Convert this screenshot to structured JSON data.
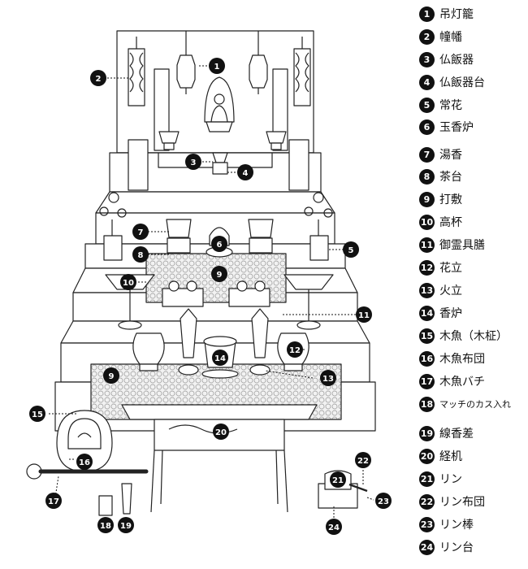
{
  "legend": [
    {
      "num": "1",
      "label": "吊灯籠"
    },
    {
      "num": "2",
      "label": "幢幡"
    },
    {
      "num": "3",
      "label": "仏飯器"
    },
    {
      "num": "4",
      "label": "仏飯器台"
    },
    {
      "num": "5",
      "label": "常花"
    },
    {
      "num": "6",
      "label": "玉香炉"
    },
    {
      "num": "7",
      "label": "湯香"
    },
    {
      "num": "8",
      "label": "茶台"
    },
    {
      "num": "9",
      "label": "打敷"
    },
    {
      "num": "10",
      "label": "高杯"
    },
    {
      "num": "11",
      "label": "御霊具膳"
    },
    {
      "num": "12",
      "label": "花立"
    },
    {
      "num": "13",
      "label": "火立"
    },
    {
      "num": "14",
      "label": "香炉"
    },
    {
      "num": "15",
      "label": "木魚（木柾）"
    },
    {
      "num": "16",
      "label": "木魚布団"
    },
    {
      "num": "17",
      "label": "木魚バチ"
    },
    {
      "num": "18",
      "label": "マッチのカス入れ"
    },
    {
      "num": "19",
      "label": "線香差"
    },
    {
      "num": "20",
      "label": "経机"
    },
    {
      "num": "21",
      "label": "リン"
    },
    {
      "num": "22",
      "label": "リン布団"
    },
    {
      "num": "23",
      "label": "リン棒"
    },
    {
      "num": "24",
      "label": "リン台"
    }
  ],
  "callouts": [
    "1",
    "2",
    "3",
    "4",
    "5",
    "6",
    "7",
    "8",
    "9",
    "10",
    "11",
    "12",
    "13",
    "14",
    "15",
    "16",
    "17",
    "18",
    "19",
    "20",
    "21",
    "22",
    "23",
    "24",
    "9"
  ]
}
